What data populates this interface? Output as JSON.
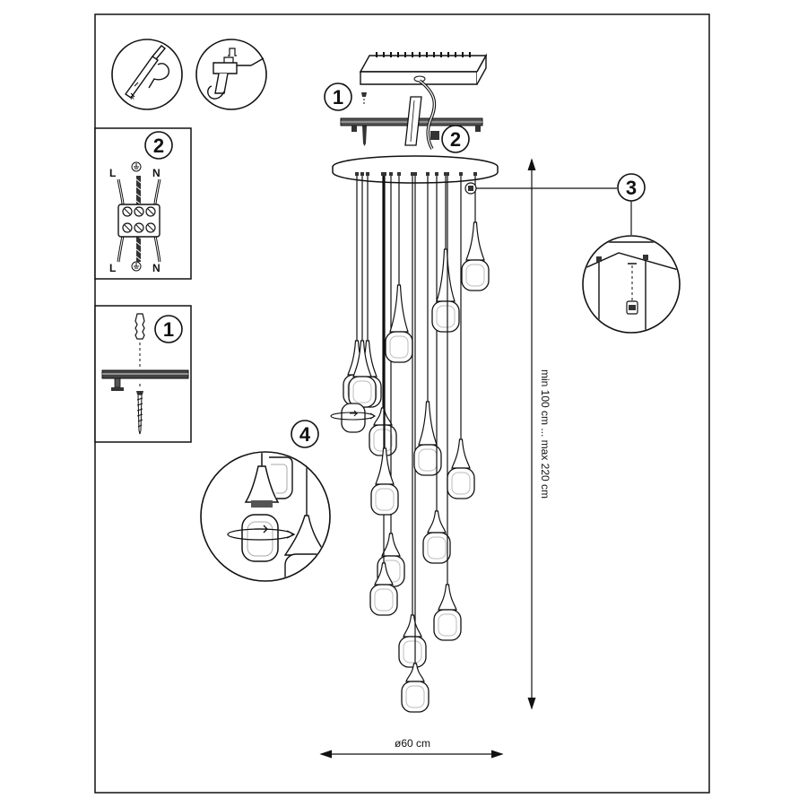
{
  "steps": {
    "mount": "1",
    "wiring": "2",
    "height_adjust": "3",
    "bulb": "4"
  },
  "wiring": {
    "live": "L",
    "neutral": "N"
  },
  "dimensions": {
    "height": "min 100 cm ... max 220 cm",
    "diameter": "ø60 cm"
  },
  "colors": {
    "line": "#111111",
    "background": "#ffffff"
  },
  "icons": [
    "tester-screwdriver-icon",
    "drill-icon",
    "ground-symbol-icon",
    "rotate-arrow-icon"
  ],
  "pendant_count": 16
}
